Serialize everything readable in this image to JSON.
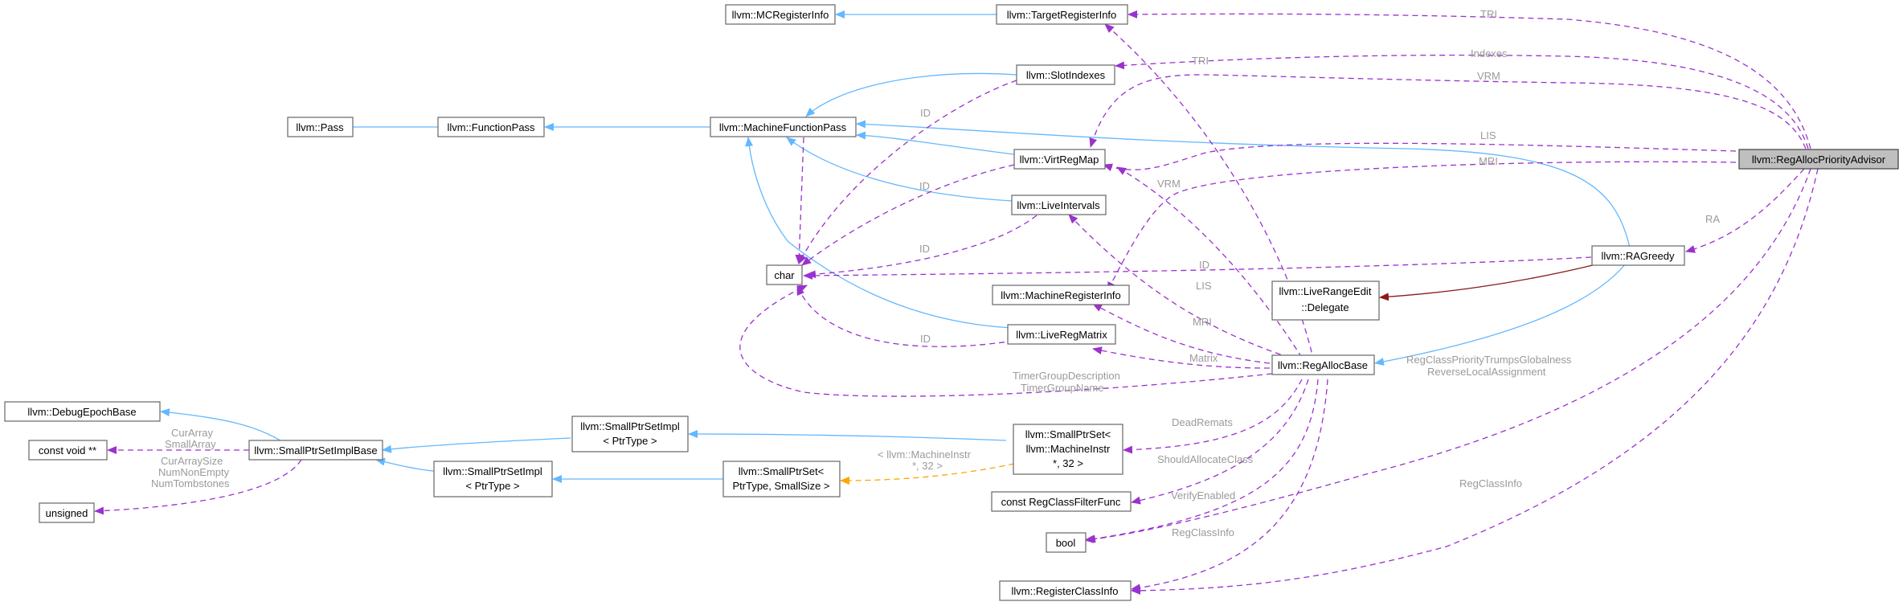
{
  "nodes": {
    "root": "llvm::RegAllocPriorityAdvisor",
    "targetRegisterInfo": "llvm::TargetRegisterInfo",
    "mcRegisterInfo": "llvm::MCRegisterInfo",
    "slotIndexes": "llvm::SlotIndexes",
    "machineFunctionPass": "llvm::MachineFunctionPass",
    "functionPass": "llvm::FunctionPass",
    "pass": "llvm::Pass",
    "virtRegMap": "llvm::VirtRegMap",
    "liveIntervals": "llvm::LiveIntervals",
    "char": "char",
    "raGreedy": "llvm::RAGreedy",
    "liveRangeEditDelegate": [
      "llvm::LiveRangeEdit",
      "::Delegate"
    ],
    "machineRegisterInfo": "llvm::MachineRegisterInfo",
    "liveRegMatrix": "llvm::LiveRegMatrix",
    "regAllocBase": "llvm::RegAllocBase",
    "debugEpochBase": "llvm::DebugEpochBase",
    "constVoidPtrPtr": "const void **",
    "smallPtrSetImplBase": "llvm::SmallPtrSetImplBase",
    "unsigned": "unsigned",
    "smallPtrSetImplTop": [
      "llvm::SmallPtrSetImpl",
      "< PtrType >"
    ],
    "smallPtrSetImplBottom": [
      "llvm::SmallPtrSetImpl",
      "< PtrType >"
    ],
    "smallPtrSetTemplate": [
      "llvm::SmallPtrSet<",
      "PtrType, SmallSize >"
    ],
    "smallPtrSetMachineInstr": [
      "llvm::SmallPtrSet<",
      "llvm::MachineInstr",
      "*, 32 >"
    ],
    "constRegClassFilterFunc": "const RegClassFilterFunc",
    "bool": "bool",
    "registerClassInfo": "llvm::RegisterClassInfo"
  },
  "edge_labels": {
    "tri": "TRI",
    "tri2": "TRI",
    "indexes": "Indexes",
    "vrm": "VRM",
    "vrm2": "VRM",
    "lis": "LIS",
    "lis2": "LIS",
    "mri": "MRI",
    "mri2": "MRI",
    "ra": "RA",
    "id1": "ID",
    "id2": "ID",
    "id3": "ID",
    "id4": "ID",
    "id5": "ID",
    "matrix": "Matrix",
    "timerGroup": [
      "TimerGroupDescription",
      "TimerGroupName"
    ],
    "regClassPriority": [
      "RegClassPriorityTrumpsGlobalness",
      "ReverseLocalAssignment"
    ],
    "regClassInfo": "RegClassInfo",
    "regClassInfo2": "RegClassInfo",
    "deadRemats": "DeadRemats",
    "shouldAllocateClass": "ShouldAllocateClass",
    "verifyEnabled": "VerifyEnabled",
    "curArray": [
      "CurArray",
      "SmallArray"
    ],
    "curArraySize": [
      "CurArraySize",
      "NumNonEmpty",
      "NumTombstones"
    ],
    "machineInstrTmpl": [
      "< llvm::MachineInstr",
      "*, 32 >"
    ]
  },
  "colors": {
    "inheritance": "#63b8ff",
    "usage": "#9a32cd",
    "template": "#ffa500",
    "private_inheritance": "#8b1a1a",
    "root_fill": "#bfbfbf"
  }
}
